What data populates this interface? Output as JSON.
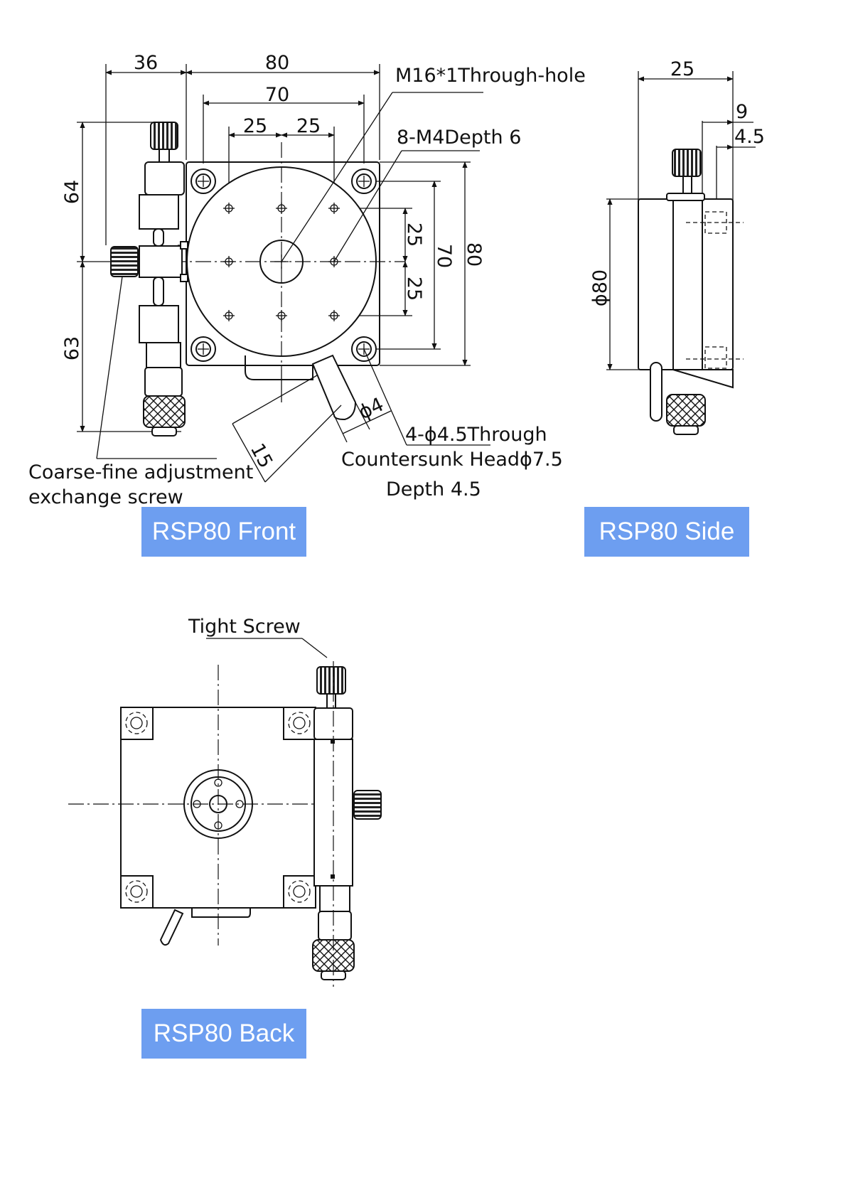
{
  "front": {
    "dim_36": "36",
    "dim_80_top": "80",
    "dim_70_top": "70",
    "dim_25_left": "25",
    "dim_25_right": "25",
    "dim_64": "64",
    "dim_63": "63",
    "dim_25_v_top": "25",
    "dim_25_v_bottom": "25",
    "dim_70_v": "70",
    "dim_80_v": "80",
    "dim_15": "15",
    "dim_phi4": "ϕ4",
    "label_center_hole": "M16*1Through-hole",
    "label_tapped_holes": "8-M4Depth 6",
    "label_mount_holes_1": "4-ϕ4.5Through",
    "label_mount_holes_2": "Countersunk Headϕ7.5",
    "label_mount_holes_3": "Depth 4.5",
    "label_exchange_1": "Coarse-fine adjustment",
    "label_exchange_2": "exchange screw",
    "tag": "RSP80 Front"
  },
  "side": {
    "dim_25": "25",
    "dim_9": "9",
    "dim_4_5": "4.5",
    "dim_phi80": "ϕ80",
    "tag": "RSP80 Side"
  },
  "back": {
    "label_tight_screw": "Tight Screw",
    "tag": "RSP80 Back"
  },
  "colors": {
    "tag_background": "#6d9ef0",
    "tag_text": "#ffffff",
    "line": "#111111"
  }
}
